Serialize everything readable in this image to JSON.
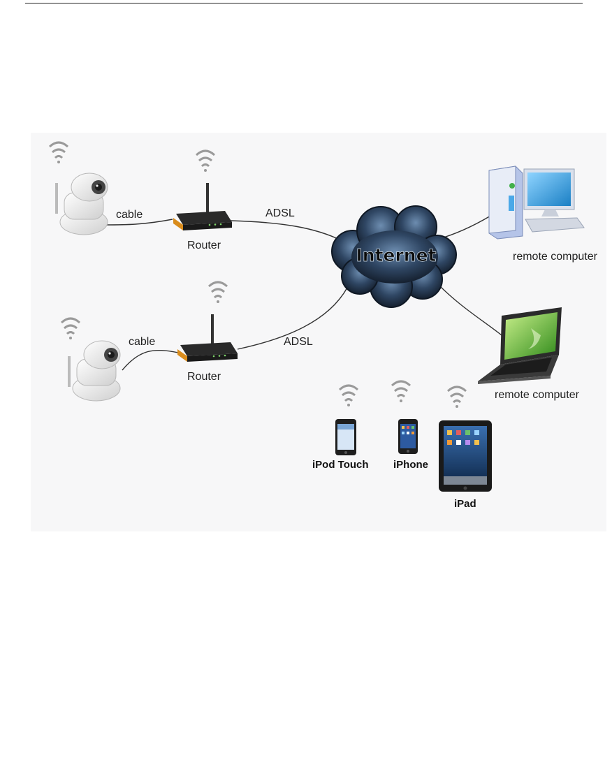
{
  "diagram": {
    "cloud_label": "Internet",
    "site1": {
      "link_label": "cable",
      "router_label": "Router",
      "wan_label": "ADSL"
    },
    "site2": {
      "link_label": "cable",
      "router_label": "Router",
      "wan_label": "ADSL"
    },
    "desktop": {
      "label": "remote computer"
    },
    "laptop": {
      "label": "remote computer"
    },
    "mobile": [
      {
        "label": "iPod Touch"
      },
      {
        "label": "iPhone"
      },
      {
        "label": "iPad"
      }
    ]
  },
  "colors": {
    "cloud_dark": "#1b2a40",
    "cloud_light": "#4a6a8e",
    "router_orange": "#d98c1c",
    "wifi_wave": "#9a9a9a",
    "line": "#333333"
  },
  "icons": [
    "wifi-icon",
    "ip-camera-icon",
    "router-icon",
    "cloud-icon",
    "desktop-computer-icon",
    "laptop-icon",
    "ipod-touch-icon",
    "iphone-icon",
    "ipad-icon"
  ]
}
